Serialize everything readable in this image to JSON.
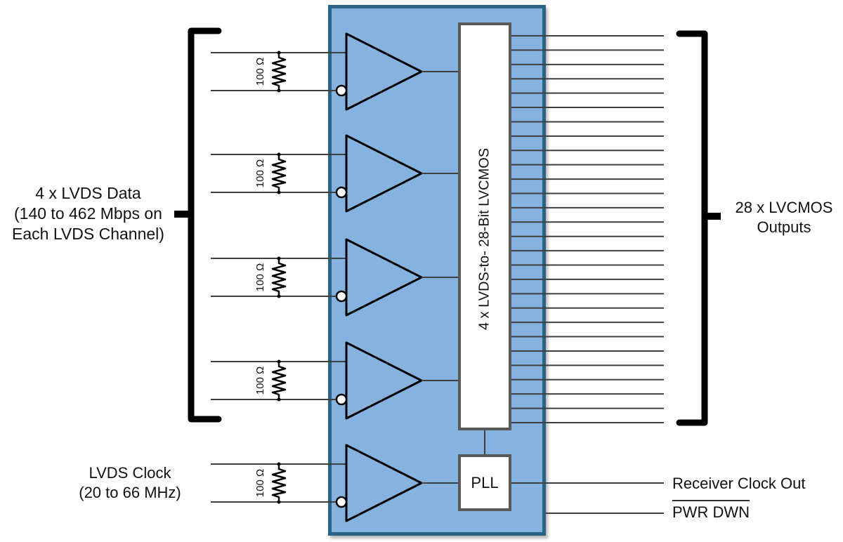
{
  "diagram": {
    "inputs": {
      "data_label_line1": "4 x LVDS Data",
      "data_label_line2": "(140 to 462 Mbps on",
      "data_label_line3": "Each LVDS Channel)",
      "clock_label_line1": "LVDS Clock",
      "clock_label_line2": "(20 to 66 MHz)",
      "termination_label": "100 Ω",
      "data_channels": 4
    },
    "core": {
      "deserializer_label": "4 x LVDS-to- 28-Bit LVCMOS",
      "pll_label": "PLL"
    },
    "outputs": {
      "outputs_label_line1": "28 x LVCMOS",
      "outputs_label_line2": "Outputs",
      "outputs_count": 28,
      "receiver_clock_label": "Receiver Clock Out",
      "power_down_label": "PWR DWN"
    },
    "colors": {
      "block_fill": "#85b2df",
      "block_border": "#2a6385",
      "box_border": "#595959",
      "wire": "#3f3f3f",
      "shape_stroke": "#000000",
      "bracket": "#000000"
    }
  }
}
